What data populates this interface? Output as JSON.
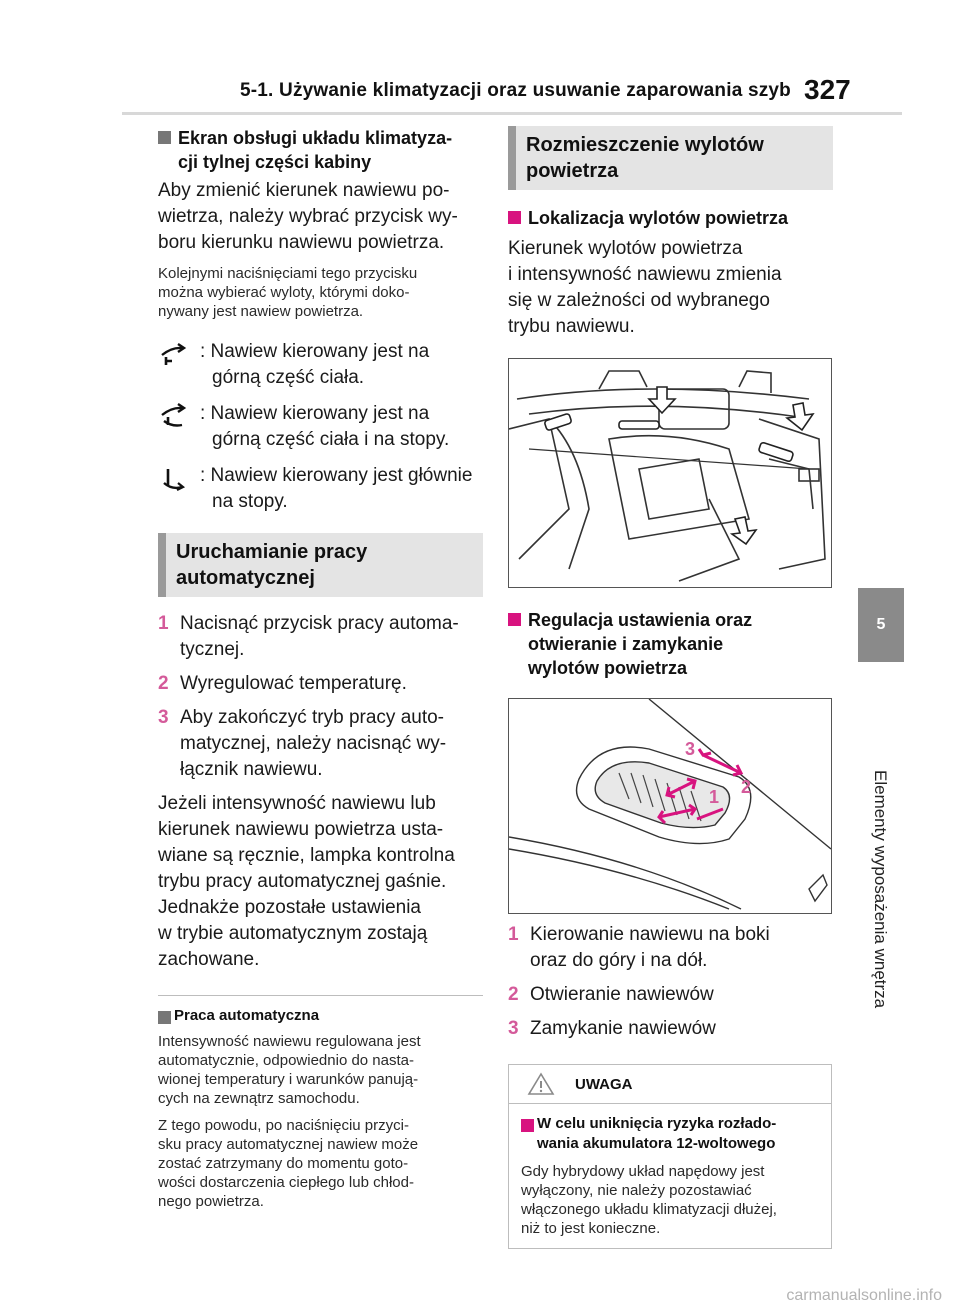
{
  "header": {
    "title": "5-1. Używanie klimatyzacji oraz usuwanie zaparowania szyb",
    "page_number": "327"
  },
  "side_tab": {
    "chapter": "5",
    "label": "Elementy wyposażenia wnętrza"
  },
  "left": {
    "heading1_line1": "Ekran obsługi układu klimatyza-",
    "heading1_line2": "cji tylnej części kabiny",
    "para1_lines": [
      "Aby zmienić kierunek nawiewu po-",
      "wietrza, należy wybrać przycisk wy-",
      "boru kierunku nawiewu powietrza."
    ],
    "note1_lines": [
      "Kolejnymi naciśnięciami tego przycisku",
      "można wybierać wyloty, którymi doko-",
      "nywany jest nawiew powietrza."
    ],
    "modes": [
      {
        "icon": "airflow-upper-body-icon",
        "line1": ": Nawiew kierowany jest na",
        "line2": "górną część ciała."
      },
      {
        "icon": "airflow-upper-body-feet-icon",
        "line1": ": Nawiew kierowany jest na",
        "line2": "górną część ciała i na stopy."
      },
      {
        "icon": "airflow-feet-icon",
        "line1": ": Nawiew kierowany jest głównie",
        "line2": "na stopy."
      }
    ],
    "section2_line1": "Uruchamianie pracy",
    "section2_line2": "automatycznej",
    "steps": [
      {
        "num": "1",
        "line1": "Nacisnąć przycisk pracy automa-",
        "line2": "tycznej."
      },
      {
        "num": "2",
        "line1": "Wyregulować temperaturę.",
        "line2": ""
      },
      {
        "num": "3",
        "line1": "Aby zakończyć tryb pracy auto-",
        "line2": "matycznej, należy nacisnąć wy-",
        "line3": "łącznik nawiewu."
      }
    ],
    "para2_lines": [
      "Jeżeli intensywność nawiewu lub",
      "kierunek nawiewu powietrza usta-",
      "wiane są ręcznie, lampka kontrolna",
      "trybu pracy automatycznej gaśnie.",
      "Jednakże pozostałe ustawienia",
      "w trybie automatycznym zostają",
      "zachowane."
    ],
    "note_heading": "Praca automatyczna",
    "note2_lines": [
      "Intensywność nawiewu regulowana jest",
      "automatycznie, odpowiednio do nasta-",
      "wionej temperatury i warunków panują-",
      "cych na zewnątrz samochodu."
    ],
    "note3_lines": [
      "Z tego powodu, po naciśnięciu przyci-",
      "sku pracy automatycznej nawiew może",
      "zostać zatrzymany do momentu goto-",
      "wości dostarczenia ciepłego lub chłod-",
      "nego powietrza."
    ]
  },
  "right": {
    "section1_line1": "Rozmieszczenie wylotów",
    "section1_line2": "powietrza",
    "heading_a": "Lokalizacja wylotów powietrza",
    "para_a_lines": [
      "Kierunek wylotów powietrza",
      "i intensywność nawiewu zmienia",
      "się w zależności od wybranego",
      "trybu nawiewu."
    ],
    "heading_b_lines": [
      "Regulacja ustawienia oraz",
      "otwieranie i zamykanie",
      "wylotów powietrza"
    ],
    "figure_callouts": [
      "1",
      "2",
      "3"
    ],
    "items": [
      {
        "num": "1",
        "line1": "Kierowanie nawiewu na boki",
        "line2": "oraz do góry i na dół."
      },
      {
        "num": "2",
        "line1": "Otwieranie nawiewów",
        "line2": ""
      },
      {
        "num": "3",
        "line1": "Zamykanie nawiewów",
        "line2": ""
      }
    ],
    "warning": {
      "title": "UWAGA",
      "heading_lines": [
        "W celu uniknięcia ryzyka rozłado-",
        "wania akumulatora 12-woltowego"
      ],
      "body_lines": [
        "Gdy hybrydowy układ napędowy jest",
        "wyłączony, nie należy pozostawiać",
        "włączonego układu klimatyzacji dłużej,",
        "niż to jest konieczne."
      ]
    }
  },
  "watermark": "carmanualsonline.info",
  "colors": {
    "accent_pink": "#d8137f",
    "step_number": "#d45a9a",
    "box_gray": "#e4e4e4"
  }
}
